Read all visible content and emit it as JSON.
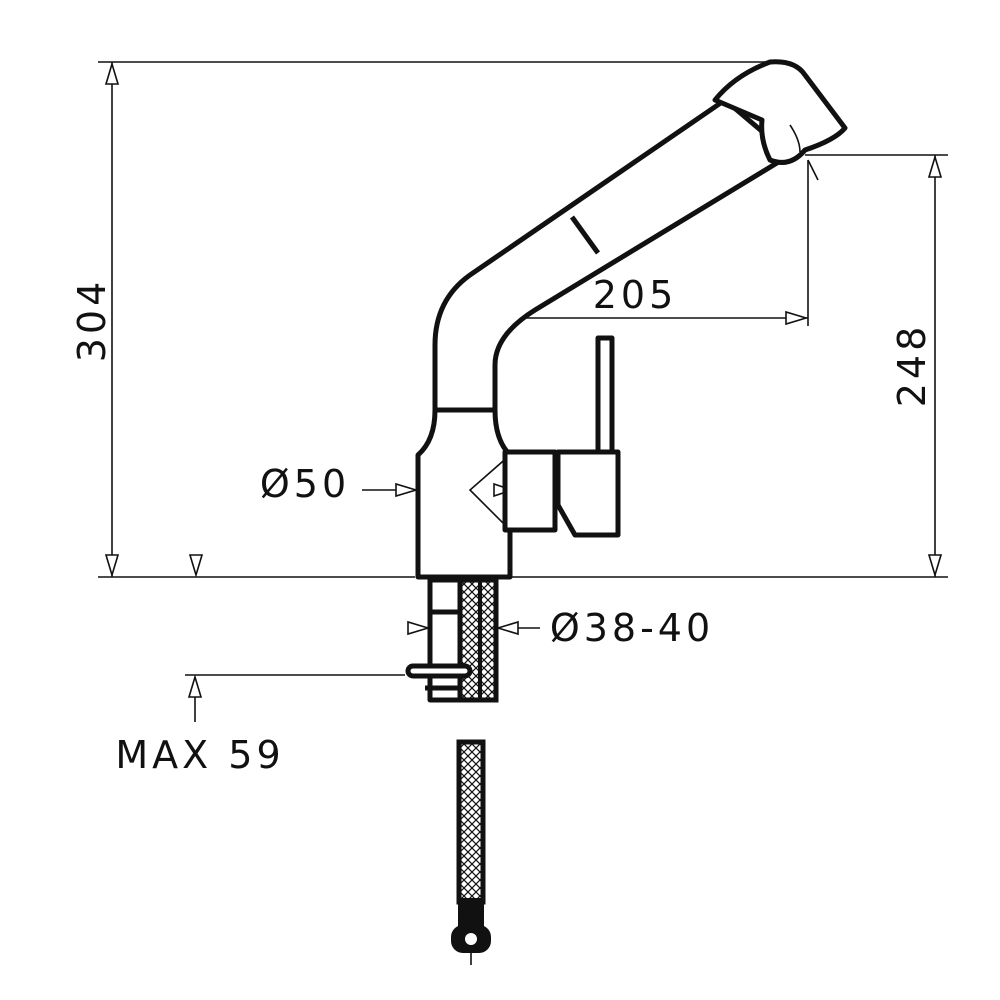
{
  "dimensions": {
    "overall_height": "304",
    "spout_height": "248",
    "spout_reach": "205",
    "body_diameter": "Ø50",
    "hole_diameter": "Ø38-40",
    "max_thickness": "MAX 59"
  },
  "colors": {
    "line": "#111111",
    "background": "#ffffff"
  }
}
